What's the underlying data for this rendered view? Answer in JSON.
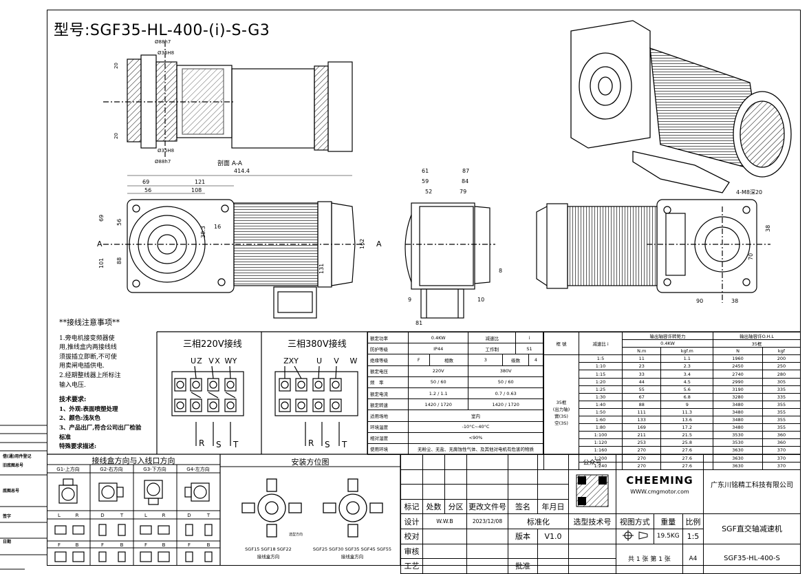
{
  "title": "型号:SGF35-HL-400-(i)-S-G3",
  "section_label": "剖面 A-A",
  "dims": {
    "d88h7_top": "Ø88h7",
    "d35h8_top": "Ø35H8",
    "d35h8_bot": "Ø35H8",
    "d88h7_bot": "Ø88h7",
    "d20_a": "20",
    "d20_b": "20",
    "d414": "414.4",
    "d69": "69",
    "d121": "121",
    "d56": "56",
    "d108": "108",
    "d16": "16",
    "d38_3": "38.3",
    "d131": "131",
    "d162": "162",
    "v69": "69",
    "v56": "56",
    "v101": "101",
    "v88": "88",
    "d61": "61",
    "d87": "87",
    "d59": "59",
    "d84": "84",
    "d52": "52",
    "d79": "79",
    "d8": "8",
    "d9": "9",
    "d10": "10",
    "d81": "81",
    "d4m8": "4-M8深20",
    "d38r": "38",
    "d70": "70",
    "d90": "90",
    "d38b": "38",
    "arrowA": "A"
  },
  "notes": {
    "heading": "**接线注意事项**",
    "lines": [
      "1.旁电机接变频器使",
      "用,推线盒内两接线线",
      "须拔插立即断,不可使",
      "用卖闸电插供电.",
      "2.经期整线器上所标注",
      "输入电压."
    ],
    "tech_heading": "技术要求:",
    "tech_lines": [
      "1、外观:表面喷塑处理",
      "2、颜色:浅灰色",
      "3、产品出厂,符合公司出厂检验标准",
      "特殊要求描述:"
    ]
  },
  "wiring": {
    "w220": "三相220V接线",
    "w380": "三相380V接线",
    "labels220": [
      "U",
      "Z",
      "V",
      "X",
      "W",
      "Y"
    ],
    "labels380": [
      "ZXY",
      "U",
      "V",
      "W"
    ],
    "rst": [
      "R",
      "S",
      "T"
    ]
  },
  "spec": [
    [
      "额定功率",
      "0.4KW",
      "减速比",
      "i"
    ],
    [
      "防护等级",
      "IP44",
      "工作制",
      "S1"
    ],
    [
      "绝缘等级",
      "F",
      "相数",
      "3",
      "级数",
      "4"
    ],
    [
      "额定电压",
      "220V",
      "380V"
    ],
    [
      "频　率",
      "50 / 60",
      "50 / 60"
    ],
    [
      "额定电流",
      "1.2 / 1.1",
      "0.7 / 0.63"
    ],
    [
      "额定转速",
      "1420 / 1720",
      "1420 / 1720"
    ],
    [
      "适用场地",
      "室内"
    ],
    [
      "环境温度",
      "-10°C~40°C"
    ],
    [
      "相对湿度",
      "<90%"
    ],
    [
      "使用环境",
      "无粉尘、无盐、无腐蚀性气体、及其他对电机有危害的物质"
    ]
  ],
  "torque": {
    "h_frame": "框 號",
    "h_ratio": "减速比 i",
    "h_torque": "输出轴容许转矩力",
    "h_load": "输出轴容许O.H.L",
    "h_kw": "0.4KW",
    "h_frame35": "35框",
    "units": [
      "N.m",
      "kgf.m",
      "N",
      "kgf"
    ],
    "frame_note": [
      "35框",
      "(出力轴)",
      "實(3S)",
      "空(3S)"
    ],
    "rows": [
      [
        "1:5",
        "11",
        "1.1",
        "1960",
        "200"
      ],
      [
        "1:10",
        "23",
        "2.3",
        "2450",
        "250"
      ],
      [
        "1:15",
        "33",
        "3.4",
        "2740",
        "280"
      ],
      [
        "1:20",
        "44",
        "4.5",
        "2990",
        "305"
      ],
      [
        "1:25",
        "55",
        "5.6",
        "3190",
        "335"
      ],
      [
        "1:30",
        "67",
        "6.8",
        "3280",
        "335"
      ],
      [
        "1:40",
        "88",
        "9",
        "3480",
        "355"
      ],
      [
        "1:50",
        "111",
        "11.3",
        "3480",
        "355"
      ],
      [
        "1:60",
        "133",
        "13.6",
        "3480",
        "355"
      ],
      [
        "1:80",
        "169",
        "17.2",
        "3480",
        "355"
      ],
      [
        "1:100",
        "211",
        "21.5",
        "3530",
        "360"
      ],
      [
        "1:120",
        "253",
        "25.8",
        "3530",
        "360"
      ],
      [
        "1:160",
        "270",
        "27.6",
        "3630",
        "370"
      ],
      [
        "1:200",
        "270",
        "27.6",
        "3630",
        "370"
      ],
      [
        "1:240",
        "270",
        "27.6",
        "3630",
        "370"
      ]
    ]
  },
  "junction": {
    "heading": "接线盒方向与入线口方向",
    "cols": [
      "G1-上方向",
      "G2-右方向",
      "G3-下方向",
      "G4-左方向"
    ],
    "lr": [
      "L",
      "R",
      "D",
      "T",
      "L",
      "R",
      "D",
      "T"
    ],
    "fb": [
      "F",
      "B",
      "F",
      "B",
      "F",
      "B",
      "F",
      "B"
    ]
  },
  "install": {
    "heading": "安装方位图",
    "left_caption1": "SGF15 SGF18 SGF22",
    "left_caption2": "接线盒方向",
    "right_caption1": "SGF25 SGF30 SGF35 SGF45 SGF55",
    "right_caption2": "接线盒方向",
    "note": "选型方向"
  },
  "side_labels": [
    "借(通)用件登记",
    "旧底图总号",
    "底图总号",
    "签字",
    "日期"
  ],
  "titleblock": {
    "qr_label": "公众号",
    "brand": "CHEEMING",
    "url": "WWW.cmgmotor.com",
    "company": "广东川铭精工科技有限公司",
    "product": "SGF直交轴减速机",
    "model": "SGF35-HL-400-S",
    "rev_headers": [
      "标记",
      "处数",
      "分区",
      "更改文件号",
      "签名",
      "年月日"
    ],
    "design": "设计",
    "designer": "W.W.B",
    "date": "2023/12/08",
    "std": "标准化",
    "check": "校对",
    "version_label": "版本",
    "version": "V1.0",
    "review": "审核",
    "process": "工艺",
    "approve": "批准",
    "select_tech": "选型技术号",
    "view": "视图方式",
    "weight_label": "重量",
    "scale_label": "比例",
    "weight": "19.5KG",
    "scale": "1:5",
    "sheets": "共 1 张 第 1 张",
    "size": "A4"
  }
}
